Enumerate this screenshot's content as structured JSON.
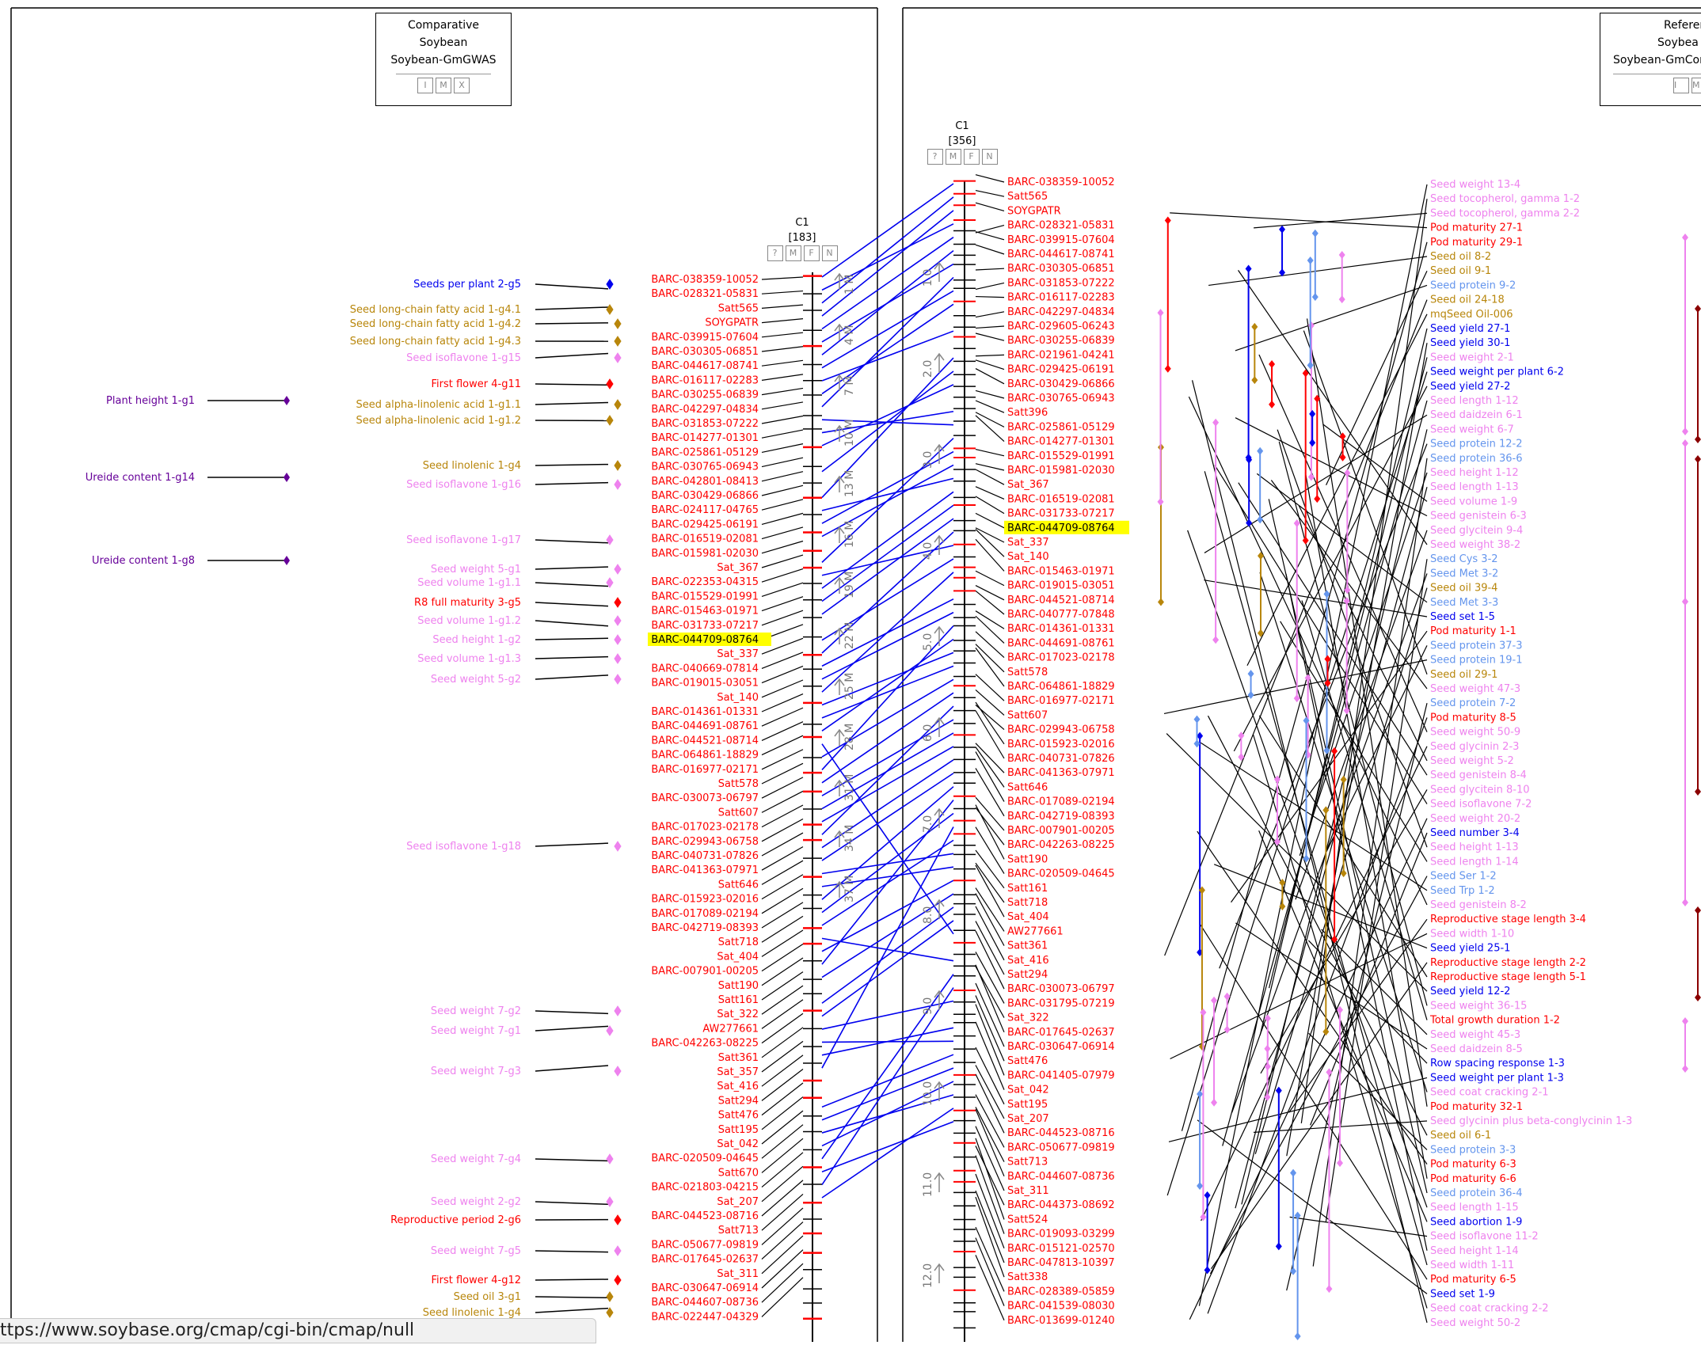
{
  "left_panel": {
    "title_lines": [
      "Comparative",
      "Soybean",
      "Soybean-GmGWAS"
    ],
    "buttons": [
      "I",
      "M",
      "X"
    ]
  },
  "right_panel": {
    "title_lines": [
      "Referen",
      "Soybea",
      "Soybean-GmCon"
    ],
    "buttons": [
      "I",
      "M"
    ]
  },
  "map_left": {
    "name": "C1",
    "count": "[183]",
    "buttons": [
      "?",
      "M",
      "F",
      "N"
    ]
  },
  "map_center": {
    "name": "C1",
    "count": "[356]",
    "buttons": [
      "?",
      "M",
      "F",
      "N"
    ]
  },
  "status_url": "ttps://www.soybase.org/cmap/cgi-bin/cmap/null",
  "colors": {
    "red": "#ff0000",
    "blue": "#0000ee",
    "purple": "#660099",
    "gold": "#b8860b",
    "pink": "#ee82ee",
    "lightblue": "#6495ed",
    "darkred": "#8b0000",
    "highlight": "#ffff00"
  },
  "left_traits": [
    {
      "label": "Plant height 1-g1",
      "color": "purple"
    },
    {
      "label": "Ureide content 1-g14",
      "color": "purple"
    },
    {
      "label": "Ureide content 1-g8",
      "color": "purple"
    }
  ],
  "mid_traits": [
    {
      "label": "Seeds per plant 2-g5",
      "color": "blue"
    },
    {
      "label": "Seed long-chain fatty acid 1-g4.1",
      "color": "gold"
    },
    {
      "label": "Seed long-chain fatty acid 1-g4.2",
      "color": "gold"
    },
    {
      "label": "Seed long-chain fatty acid 1-g4.3",
      "color": "gold"
    },
    {
      "label": "Seed isoflavone 1-g15",
      "color": "pink"
    },
    {
      "label": "First flower 4-g11",
      "color": "red"
    },
    {
      "label": "Seed alpha-linolenic acid 1-g1.1",
      "color": "gold"
    },
    {
      "label": "Seed alpha-linolenic acid 1-g1.2",
      "color": "gold"
    },
    {
      "label": "Seed linolenic 1-g4",
      "color": "gold"
    },
    {
      "label": "Seed isoflavone 1-g16",
      "color": "pink"
    },
    {
      "label": "Seed isoflavone 1-g17",
      "color": "pink"
    },
    {
      "label": "Seed weight 5-g1",
      "color": "pink"
    },
    {
      "label": "Seed volume 1-g1.1",
      "color": "pink"
    },
    {
      "label": "R8 full maturity 3-g5",
      "color": "red"
    },
    {
      "label": "Seed volume 1-g1.2",
      "color": "pink"
    },
    {
      "label": "Seed height 1-g2",
      "color": "pink"
    },
    {
      "label": "Seed volume 1-g1.3",
      "color": "pink"
    },
    {
      "label": "Seed weight 5-g2",
      "color": "pink"
    },
    {
      "label": "Seed isoflavone 1-g18",
      "color": "pink"
    },
    {
      "label": "Seed weight 7-g2",
      "color": "pink"
    },
    {
      "label": "Seed weight 7-g1",
      "color": "pink"
    },
    {
      "label": "Seed weight 7-g3",
      "color": "pink"
    },
    {
      "label": "Seed weight 7-g4",
      "color": "pink"
    },
    {
      "label": "Seed weight 2-g2",
      "color": "pink"
    },
    {
      "label": "Reproductive period 2-g6",
      "color": "red"
    },
    {
      "label": "Seed weight 7-g5",
      "color": "pink"
    },
    {
      "label": "First flower 4-g12",
      "color": "red"
    },
    {
      "label": "Seed oil 3-g1",
      "color": "gold"
    },
    {
      "label": "Seed linolenic 1-g4",
      "color": "gold"
    }
  ],
  "left_markers": [
    "BARC-038359-10052",
    "BARC-028321-05831",
    "Satt565",
    "SOYGPATR",
    "BARC-039915-07604",
    "BARC-030305-06851",
    "BARC-044617-08741",
    "BARC-016117-02283",
    "BARC-030255-06839",
    "BARC-042297-04834",
    "BARC-031853-07222",
    "BARC-014277-01301",
    "BARC-025861-05129",
    "BARC-030765-06943",
    "BARC-042801-08413",
    "BARC-030429-06866",
    "BARC-024117-04765",
    "BARC-029425-06191",
    "BARC-016519-02081",
    "BARC-015981-02030",
    "Sat_367",
    "BARC-022353-04315",
    "BARC-015529-01991",
    "BARC-015463-01971",
    "BARC-031733-07217",
    "BARC-044709-08764",
    "Sat_337",
    "BARC-040669-07814",
    "BARC-019015-03051",
    "Sat_140",
    "BARC-014361-01331",
    "BARC-044691-08761",
    "BARC-044521-08714",
    "BARC-064861-18829",
    "BARC-016977-02171",
    "Satt578",
    "BARC-030073-06797",
    "Satt607",
    "BARC-017023-02178",
    "BARC-029943-06758",
    "BARC-040731-07826",
    "BARC-041363-07971",
    "Satt646",
    "BARC-015923-02016",
    "BARC-017089-02194",
    "BARC-042719-08393",
    "Satt718",
    "Sat_404",
    "BARC-007901-00205",
    "Satt190",
    "Satt161",
    "Sat_322",
    "AW277661",
    "BARC-042263-08225",
    "Satt361",
    "Sat_357",
    "Sat_416",
    "Satt294",
    "Satt476",
    "Satt195",
    "Sat_042",
    "BARC-020509-04645",
    "Satt670",
    "BARC-021803-04215",
    "Sat_207",
    "BARC-044523-08716",
    "Satt713",
    "BARC-050677-09819",
    "BARC-017645-02637",
    "Sat_311",
    "BARC-030647-06914",
    "BARC-044607-08736",
    "BARC-022447-04329"
  ],
  "center_markers": [
    "BARC-038359-10052",
    "Satt565",
    "SOYGPATR",
    "BARC-028321-05831",
    "BARC-039915-07604",
    "BARC-044617-08741",
    "BARC-030305-06851",
    "BARC-031853-07222",
    "BARC-016117-02283",
    "BARC-042297-04834",
    "BARC-029605-06243",
    "BARC-030255-06839",
    "BARC-021961-04241",
    "BARC-029425-06191",
    "BARC-030429-06866",
    "BARC-030765-06943",
    "Satt396",
    "BARC-025861-05129",
    "BARC-014277-01301",
    "BARC-015529-01991",
    "BARC-015981-02030",
    "Sat_367",
    "BARC-016519-02081",
    "BARC-031733-07217",
    "BARC-044709-08764",
    "Sat_337",
    "Sat_140",
    "BARC-015463-01971",
    "BARC-019015-03051",
    "BARC-044521-08714",
    "BARC-040777-07848",
    "BARC-014361-01331",
    "BARC-044691-08761",
    "BARC-017023-02178",
    "Satt578",
    "BARC-064861-18829",
    "BARC-016977-02171",
    "Satt607",
    "BARC-029943-06758",
    "BARC-015923-02016",
    "BARC-040731-07826",
    "BARC-041363-07971",
    "Satt646",
    "BARC-017089-02194",
    "BARC-042719-08393",
    "BARC-007901-00205",
    "BARC-042263-08225",
    "Satt190",
    "BARC-020509-04645",
    "Satt161",
    "Satt718",
    "Sat_404",
    "AW277661",
    "Satt361",
    "Sat_416",
    "Satt294",
    "BARC-030073-06797",
    "BARC-031795-07219",
    "Sat_322",
    "BARC-017645-02637",
    "BARC-030647-06914",
    "Satt476",
    "BARC-041405-07979",
    "Sat_042",
    "Satt195",
    "Sat_207",
    "BARC-044523-08716",
    "BARC-050677-09819",
    "Satt713",
    "BARC-044607-08736",
    "Sat_311",
    "BARC-044373-08692",
    "Satt524",
    "BARC-019093-03299",
    "BARC-015121-02570",
    "BARC-047813-10397",
    "Satt338",
    "BARC-028389-05859",
    "BARC-041539-08030",
    "BARC-013699-01240"
  ],
  "highlight_marker": "BARC-044709-08764",
  "left_scale": [
    "1 M",
    "4 M",
    "7 M",
    "10 M",
    "13 M",
    "16 M",
    "19 M",
    "22 M",
    "25 M",
    "28 M",
    "31 M",
    "34 M",
    "37 M"
  ],
  "center_scale": [
    "1.0",
    "2.0",
    "3.0",
    "4.0",
    "5.0",
    "6.0",
    "7.0",
    "8.0",
    "9.0",
    "10.0",
    "11.0",
    "12.0"
  ],
  "right_traits": [
    {
      "label": "Seed weight 13-4",
      "color": "pink"
    },
    {
      "label": "Seed tocopherol, gamma 1-2",
      "color": "pink"
    },
    {
      "label": "Seed tocopherol, gamma 2-2",
      "color": "pink"
    },
    {
      "label": "Pod maturity 27-1",
      "color": "red"
    },
    {
      "label": "Pod maturity 29-1",
      "color": "red"
    },
    {
      "label": "Seed oil 8-2",
      "color": "gold"
    },
    {
      "label": "Seed oil 9-1",
      "color": "gold"
    },
    {
      "label": "Seed protein 9-2",
      "color": "lightblue"
    },
    {
      "label": "Seed oil 24-18",
      "color": "gold"
    },
    {
      "label": "mqSeed Oil-006",
      "color": "gold"
    },
    {
      "label": "Seed yield 27-1",
      "color": "blue"
    },
    {
      "label": "Seed yield 30-1",
      "color": "blue"
    },
    {
      "label": "Seed weight 2-1",
      "color": "pink"
    },
    {
      "label": "Seed weight per plant 6-2",
      "color": "blue"
    },
    {
      "label": "Seed yield 27-2",
      "color": "blue"
    },
    {
      "label": "Seed length 1-12",
      "color": "pink"
    },
    {
      "label": "Seed daidzein 6-1",
      "color": "pink"
    },
    {
      "label": "Seed weight 6-7",
      "color": "pink"
    },
    {
      "label": "Seed protein 12-2",
      "color": "lightblue"
    },
    {
      "label": "Seed protein 36-6",
      "color": "lightblue"
    },
    {
      "label": "Seed height 1-12",
      "color": "pink"
    },
    {
      "label": "Seed length 1-13",
      "color": "pink"
    },
    {
      "label": "Seed volume 1-9",
      "color": "pink"
    },
    {
      "label": "Seed genistein 6-3",
      "color": "pink"
    },
    {
      "label": "Seed glycitein 9-4",
      "color": "pink"
    },
    {
      "label": "Seed weight 38-2",
      "color": "pink"
    },
    {
      "label": "Seed Cys 3-2",
      "color": "lightblue"
    },
    {
      "label": "Seed Met 3-2",
      "color": "lightblue"
    },
    {
      "label": "Seed oil 39-4",
      "color": "gold"
    },
    {
      "label": "Seed Met 3-3",
      "color": "lightblue"
    },
    {
      "label": "Seed set 1-5",
      "color": "blue"
    },
    {
      "label": "Pod maturity 1-1",
      "color": "red"
    },
    {
      "label": "Seed protein 37-3",
      "color": "lightblue"
    },
    {
      "label": "Seed protein 19-1",
      "color": "lightblue"
    },
    {
      "label": "Seed oil 29-1",
      "color": "gold"
    },
    {
      "label": "Seed weight 47-3",
      "color": "pink"
    },
    {
      "label": "Seed protein 7-2",
      "color": "lightblue"
    },
    {
      "label": "Pod maturity 8-5",
      "color": "red"
    },
    {
      "label": "Seed weight 50-9",
      "color": "pink"
    },
    {
      "label": "Seed glycinin 2-3",
      "color": "pink"
    },
    {
      "label": "Seed weight 5-2",
      "color": "pink"
    },
    {
      "label": "Seed genistein 8-4",
      "color": "pink"
    },
    {
      "label": "Seed glycitein 8-10",
      "color": "pink"
    },
    {
      "label": "Seed isoflavone 7-2",
      "color": "pink"
    },
    {
      "label": "Seed weight 20-2",
      "color": "pink"
    },
    {
      "label": "Seed number 3-4",
      "color": "blue"
    },
    {
      "label": "Seed height 1-13",
      "color": "pink"
    },
    {
      "label": "Seed length 1-14",
      "color": "pink"
    },
    {
      "label": "Seed Ser 1-2",
      "color": "lightblue"
    },
    {
      "label": "Seed Trp 1-2",
      "color": "lightblue"
    },
    {
      "label": "Seed genistein 8-2",
      "color": "pink"
    },
    {
      "label": "Reproductive stage length 3-4",
      "color": "red"
    },
    {
      "label": "Seed width 1-10",
      "color": "pink"
    },
    {
      "label": "Seed yield 25-1",
      "color": "blue"
    },
    {
      "label": "Reproductive stage length 2-2",
      "color": "red"
    },
    {
      "label": "Reproductive stage length 5-1",
      "color": "red"
    },
    {
      "label": "Seed yield 12-2",
      "color": "blue"
    },
    {
      "label": "Seed weight 36-15",
      "color": "pink"
    },
    {
      "label": "Total growth duration 1-2",
      "color": "red"
    },
    {
      "label": "Seed weight 45-3",
      "color": "pink"
    },
    {
      "label": "Seed daidzein 8-5",
      "color": "pink"
    },
    {
      "label": "Row spacing response 1-3",
      "color": "blue"
    },
    {
      "label": "Seed weight per plant 1-3",
      "color": "blue"
    },
    {
      "label": "Seed coat cracking 2-1",
      "color": "pink"
    },
    {
      "label": "Pod maturity 32-1",
      "color": "red"
    },
    {
      "label": "Seed glycinin plus beta-conglycinin 1-3",
      "color": "pink"
    },
    {
      "label": "Seed oil 6-1",
      "color": "gold"
    },
    {
      "label": "Seed protein 3-3",
      "color": "lightblue"
    },
    {
      "label": "Pod maturity 6-3",
      "color": "red"
    },
    {
      "label": "Pod maturity 6-6",
      "color": "red"
    },
    {
      "label": "Seed protein 36-4",
      "color": "lightblue"
    },
    {
      "label": "Seed length 1-15",
      "color": "pink"
    },
    {
      "label": "Seed abortion 1-9",
      "color": "blue"
    },
    {
      "label": "Seed isoflavone 11-2",
      "color": "pink"
    },
    {
      "label": "Seed height 1-14",
      "color": "pink"
    },
    {
      "label": "Seed width 1-11",
      "color": "pink"
    },
    {
      "label": "Pod maturity 6-5",
      "color": "red"
    },
    {
      "label": "Seed set 1-9",
      "color": "blue"
    },
    {
      "label": "Seed coat cracking 2-2",
      "color": "pink"
    },
    {
      "label": "Seed weight 50-2",
      "color": "pink"
    }
  ]
}
